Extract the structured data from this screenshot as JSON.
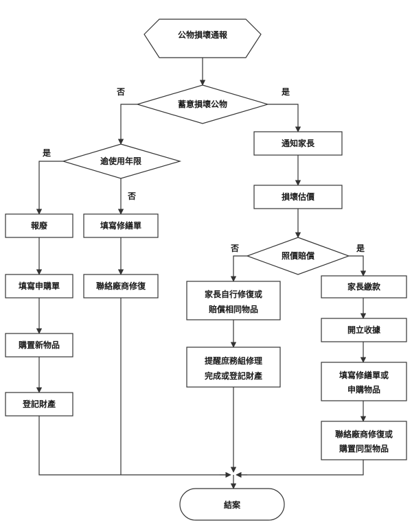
{
  "diagram": {
    "start": {
      "label": "公物損壞通報"
    },
    "decision_intentional": {
      "label": "蓄意損壞公物"
    },
    "label_no_1": "否",
    "label_yes_1": "是",
    "decision_lifespan": {
      "label": "逾使用年限"
    },
    "label_yes_2": "是",
    "label_no_2": "否",
    "scrap": {
      "label": "報廢"
    },
    "fill_purchase_form": {
      "label": "填寫申購單"
    },
    "buy_new_item": {
      "label": "購置新物品"
    },
    "register_property_left": {
      "label": "登記財產"
    },
    "fill_repair_form": {
      "label": "填寫修繕單"
    },
    "contact_vendor_repair": {
      "label": "聯絡廠商修復"
    },
    "notify_parent": {
      "label": "通知家長"
    },
    "damage_estimate": {
      "label": "損壞估價"
    },
    "decision_compensation": {
      "label": "照價賠償"
    },
    "label_no_3": "否",
    "label_yes_3": "是",
    "parent_repair_line1": "家長自行修復或",
    "parent_repair_line2": "賠償相同物品",
    "remind_clerk_line1": "提醒庶務組修理",
    "remind_clerk_line2": "完成或登記財產",
    "parent_pay": {
      "label": "家長繳款"
    },
    "issue_receipt": {
      "label": "開立收據"
    },
    "fill_repair_or_purchase_line1": "填寫修繕單或",
    "fill_repair_or_purchase_line2": "申購物品",
    "vendor_repair_or_buy_line1": "聯絡廠商修復或",
    "vendor_repair_or_buy_line2": "購置同型物品",
    "end": {
      "label": "結案"
    }
  }
}
